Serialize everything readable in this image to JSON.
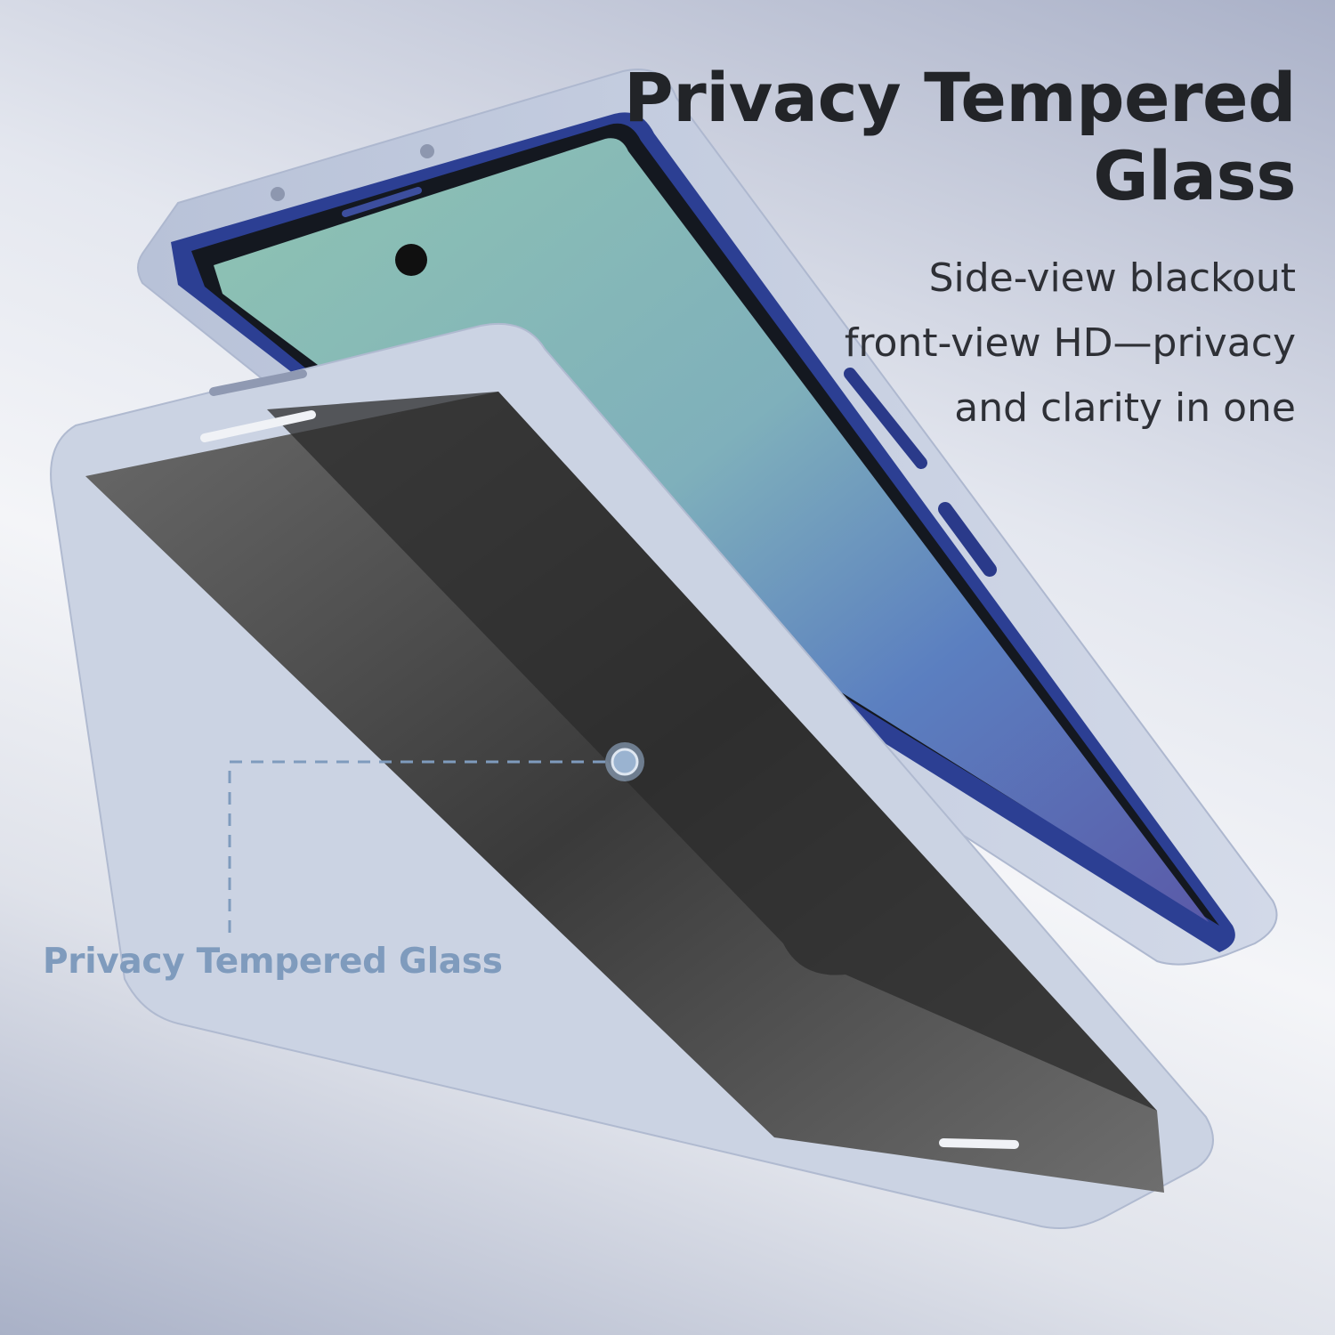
{
  "headline": {
    "line1": "Privacy Tempered",
    "line2": "Glass"
  },
  "subtext": {
    "line1": "Side-view blackout",
    "line2": "front-view HD—privacy",
    "line3": "and clarity in one"
  },
  "callout": {
    "label": "Privacy Tempered Glass"
  },
  "colors": {
    "headline": "#222428",
    "callout_label": "#7f9bbd",
    "bumper": "#c7d0e2",
    "case_blue": "#2b3f93"
  }
}
